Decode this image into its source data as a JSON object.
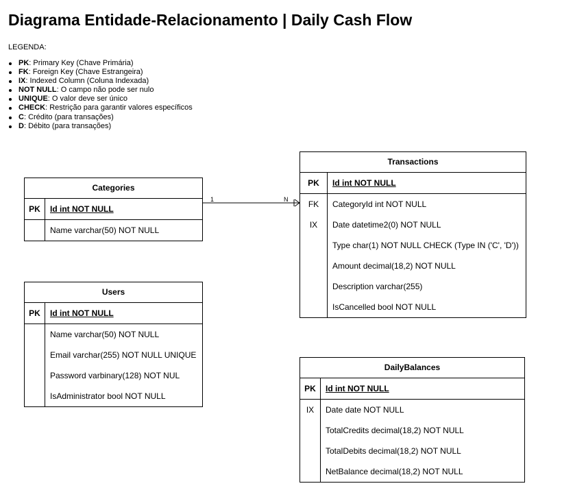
{
  "title": "Diagrama Entidade-Relacionamento | Daily Cash Flow",
  "legend": {
    "heading": "LEGENDA:",
    "items": [
      {
        "key": "PK",
        "text": ": Primary Key (Chave Primária)"
      },
      {
        "key": "FK",
        "text": ": Foreign Key (Chave Estrangeira)"
      },
      {
        "key": "IX",
        "text": ": Indexed Column (Coluna Indexada)"
      },
      {
        "key": "NOT NULL",
        "text": ": O campo não pode ser nulo"
      },
      {
        "key": "UNIQUE",
        "text": ": O valor deve ser único"
      },
      {
        "key": "CHECK",
        "text": ": Restrição para garantir valores específicos"
      },
      {
        "key": "C",
        "text": ": Crédito (para transações)"
      },
      {
        "key": "D",
        "text": ": Débito (para transações)"
      }
    ]
  },
  "entities": {
    "categories": {
      "name": "Categories",
      "pk": {
        "key": "PK",
        "field": "Id int NOT NULL"
      },
      "rows": [
        {
          "key": "",
          "field": "Name varchar(50) NOT NULL"
        }
      ]
    },
    "users": {
      "name": "Users",
      "pk": {
        "key": "PK",
        "field": "Id int NOT NULL"
      },
      "rows": [
        {
          "key": "",
          "field": "Name varchar(50) NOT NULL"
        },
        {
          "key": "",
          "field": "Email varchar(255) NOT NULL UNIQUE"
        },
        {
          "key": "",
          "field": "Password varbinary(128) NOT NUL"
        },
        {
          "key": "",
          "field": "IsAdministrator bool NOT NULL"
        }
      ]
    },
    "transactions": {
      "name": "Transactions",
      "pk": {
        "key": "PK",
        "field": "Id int NOT NULL"
      },
      "rows": [
        {
          "key": "FK",
          "field": "CategoryId int NOT NULL"
        },
        {
          "key": "IX",
          "field": "Date datetime2(0) NOT NULL"
        },
        {
          "key": "",
          "field": "Type char(1) NOT NULL CHECK (Type IN ('C', 'D'))"
        },
        {
          "key": "",
          "field": "Amount decimal(18,2) NOT NULL"
        },
        {
          "key": "",
          "field": "Description varchar(255)"
        },
        {
          "key": "",
          "field": "IsCancelled bool NOT NULL"
        }
      ]
    },
    "dailybalances": {
      "name": "DailyBalances",
      "pk": {
        "key": "PK",
        "field": "Id int NOT NULL"
      },
      "rows": [
        {
          "key": "IX",
          "field": "Date date NOT NULL"
        },
        {
          "key": "",
          "field": "TotalCredits decimal(18,2) NOT NULL"
        },
        {
          "key": "",
          "field": "TotalDebits decimal(18,2) NOT NULL"
        },
        {
          "key": "",
          "field": "NetBalance decimal(18,2) NOT NULL"
        }
      ]
    }
  },
  "relationship": {
    "from": "Categories",
    "to": "Transactions",
    "from_cardinality": "1",
    "to_cardinality": "N"
  }
}
